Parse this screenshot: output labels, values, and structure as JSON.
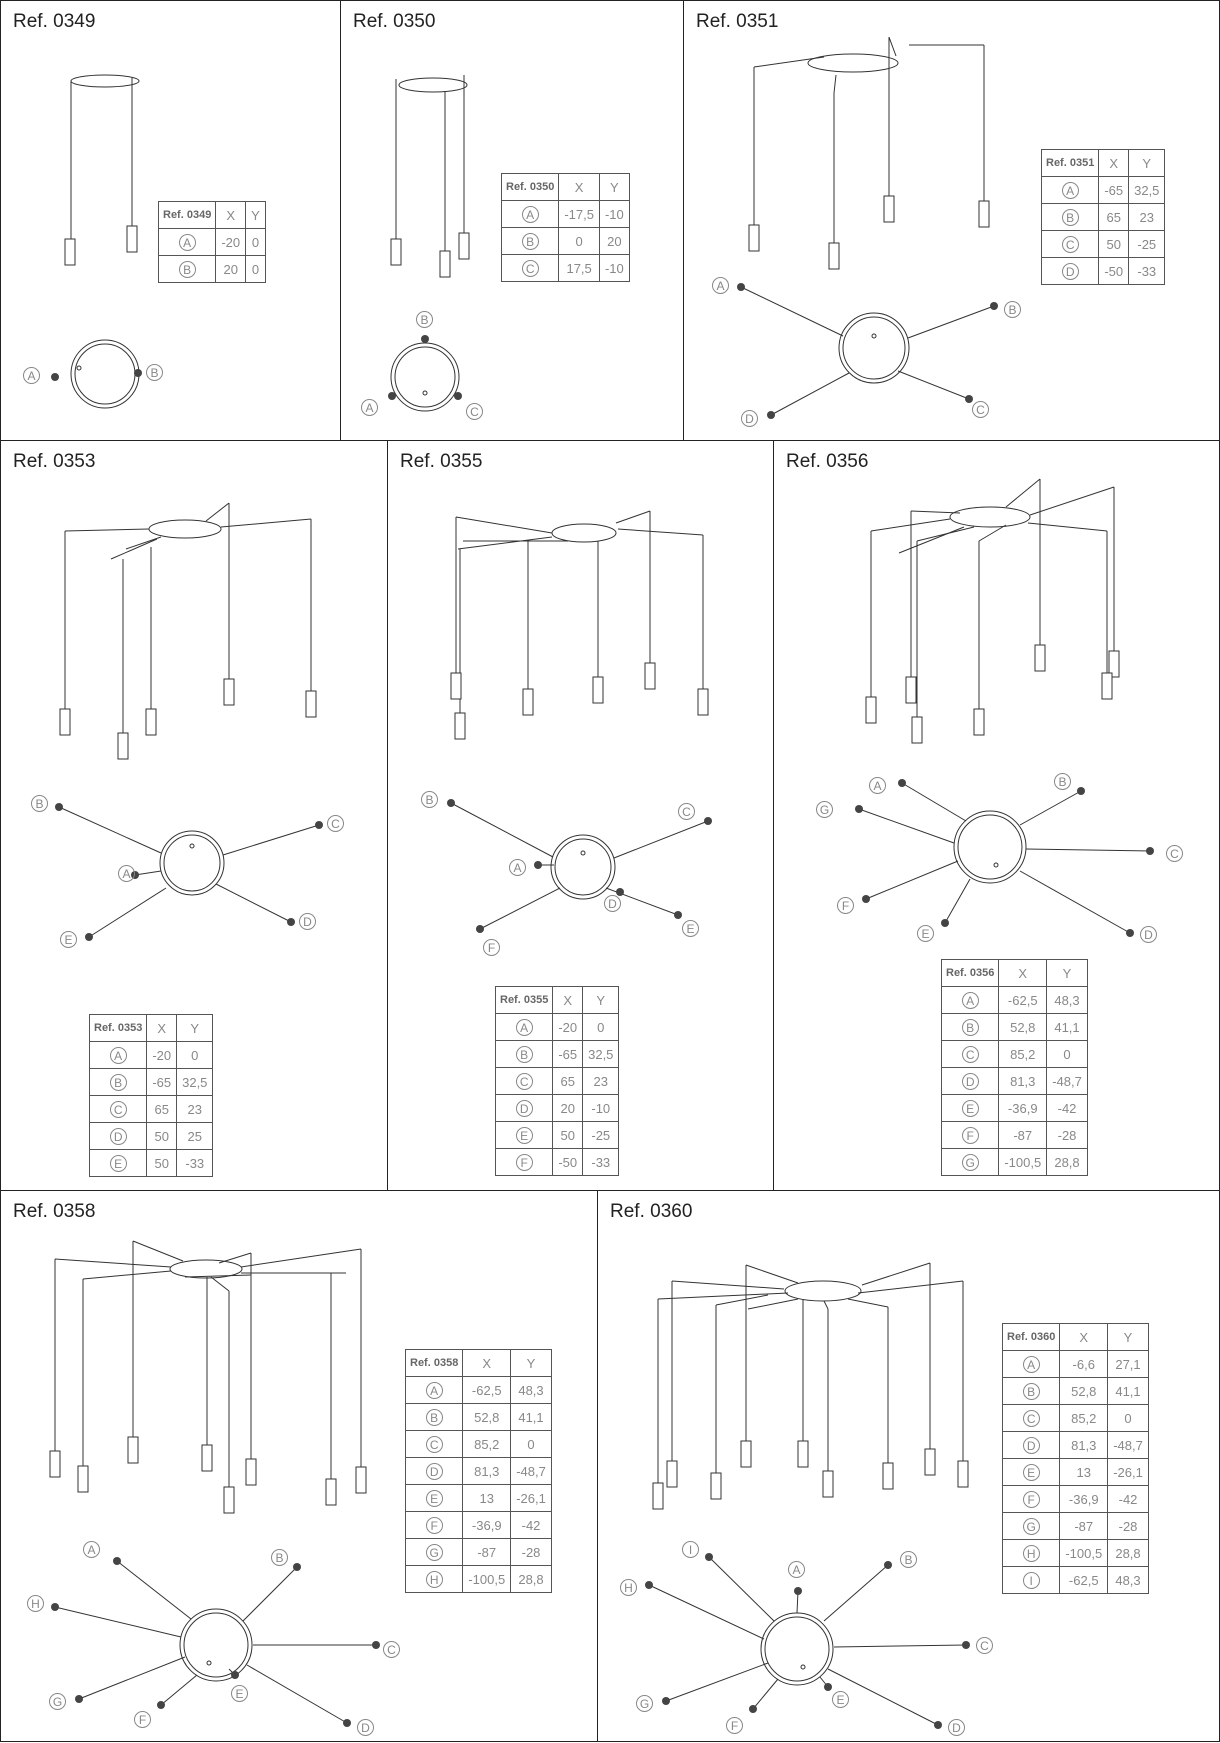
{
  "panels": [
    {
      "ref": "Ref. 0349",
      "table": {
        "header": [
          "Ref. 0349",
          "X",
          "Y"
        ],
        "rows": [
          [
            "A",
            "-20",
            "0"
          ],
          [
            "B",
            "20",
            "0"
          ]
        ]
      },
      "plan_labels": [
        "A",
        "B"
      ]
    },
    {
      "ref": "Ref. 0350",
      "table": {
        "header": [
          "Ref. 0350",
          "X",
          "Y"
        ],
        "rows": [
          [
            "A",
            "-17,5",
            "-10"
          ],
          [
            "B",
            "0",
            "20"
          ],
          [
            "C",
            "17,5",
            "-10"
          ]
        ]
      },
      "plan_labels": [
        "A",
        "B",
        "C"
      ]
    },
    {
      "ref": "Ref. 0351",
      "table": {
        "header": [
          "Ref. 0351",
          "X",
          "Y"
        ],
        "rows": [
          [
            "A",
            "-65",
            "32,5"
          ],
          [
            "B",
            "65",
            "23"
          ],
          [
            "C",
            "50",
            "-25"
          ],
          [
            "D",
            "-50",
            "-33"
          ]
        ]
      },
      "plan_labels": [
        "A",
        "B",
        "C",
        "D"
      ]
    },
    {
      "ref": "Ref. 0353",
      "table": {
        "header": [
          "Ref. 0353",
          "X",
          "Y"
        ],
        "rows": [
          [
            "A",
            "-20",
            "0"
          ],
          [
            "B",
            "-65",
            "32,5"
          ],
          [
            "C",
            "65",
            "23"
          ],
          [
            "D",
            "50",
            "25"
          ],
          [
            "E",
            "50",
            "-33"
          ]
        ]
      },
      "plan_labels": [
        "A",
        "B",
        "C",
        "D",
        "E"
      ]
    },
    {
      "ref": "Ref. 0355",
      "table": {
        "header": [
          "Ref. 0355",
          "X",
          "Y"
        ],
        "rows": [
          [
            "A",
            "-20",
            "0"
          ],
          [
            "B",
            "-65",
            "32,5"
          ],
          [
            "C",
            "65",
            "23"
          ],
          [
            "D",
            "20",
            "-10"
          ],
          [
            "E",
            "50",
            "-25"
          ],
          [
            "F",
            "-50",
            "-33"
          ]
        ]
      },
      "plan_labels": [
        "A",
        "B",
        "C",
        "D",
        "E",
        "F"
      ]
    },
    {
      "ref": "Ref. 0356",
      "table": {
        "header": [
          "Ref. 0356",
          "X",
          "Y"
        ],
        "rows": [
          [
            "A",
            "-62,5",
            "48,3"
          ],
          [
            "B",
            "52,8",
            "41,1"
          ],
          [
            "C",
            "85,2",
            "0"
          ],
          [
            "D",
            "81,3",
            "-48,7"
          ],
          [
            "E",
            "-36,9",
            "-42"
          ],
          [
            "F",
            "-87",
            "-28"
          ],
          [
            "G",
            "-100,5",
            "28,8"
          ]
        ]
      },
      "plan_labels": [
        "A",
        "B",
        "C",
        "D",
        "E",
        "F",
        "G"
      ]
    },
    {
      "ref": "Ref. 0358",
      "table": {
        "header": [
          "Ref. 0358",
          "X",
          "Y"
        ],
        "rows": [
          [
            "A",
            "-62,5",
            "48,3"
          ],
          [
            "B",
            "52,8",
            "41,1"
          ],
          [
            "C",
            "85,2",
            "0"
          ],
          [
            "D",
            "81,3",
            "-48,7"
          ],
          [
            "E",
            "13",
            "-26,1"
          ],
          [
            "F",
            "-36,9",
            "-42"
          ],
          [
            "G",
            "-87",
            "-28"
          ],
          [
            "H",
            "-100,5",
            "28,8"
          ]
        ]
      },
      "plan_labels": [
        "A",
        "B",
        "C",
        "D",
        "E",
        "F",
        "G",
        "H"
      ]
    },
    {
      "ref": "Ref. 0360",
      "table": {
        "header": [
          "Ref. 0360",
          "X",
          "Y"
        ],
        "rows": [
          [
            "A",
            "-6,6",
            "27,1"
          ],
          [
            "B",
            "52,8",
            "41,1"
          ],
          [
            "C",
            "85,2",
            "0"
          ],
          [
            "D",
            "81,3",
            "-48,7"
          ],
          [
            "E",
            "13",
            "-26,1"
          ],
          [
            "F",
            "-36,9",
            "-42"
          ],
          [
            "G",
            "-87",
            "-28"
          ],
          [
            "H",
            "-100,5",
            "28,8"
          ],
          [
            "I",
            "-62,5",
            "48,3"
          ]
        ]
      },
      "plan_labels": [
        "A",
        "B",
        "C",
        "D",
        "E",
        "F",
        "G",
        "H",
        "I"
      ]
    }
  ]
}
